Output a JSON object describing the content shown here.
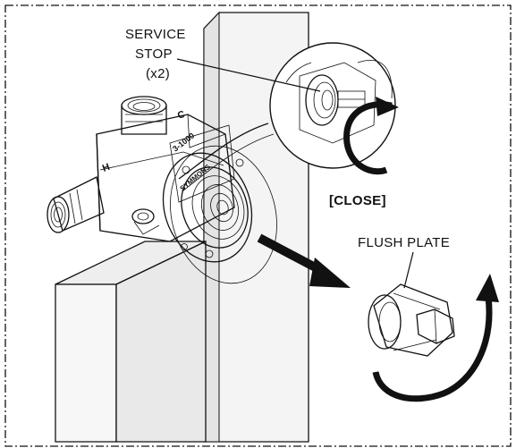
{
  "labels": {
    "service_stop_line1": "SERVICE",
    "service_stop_line2": "STOP",
    "service_stop_line3": "(x2)",
    "close": "[CLOSE]",
    "flush_plate": "FLUSH PLATE"
  },
  "valve_markings": {
    "hot": "H",
    "cold": "C",
    "model_text": "3-1000",
    "brand_text": "SYMMONS"
  },
  "icons": {
    "rotation_arrow_close": "clockwise-arrow-icon",
    "direction_arrow": "diagonal-arrow-icon",
    "rotation_arrow_install": "rotate-arrow-icon"
  },
  "colors": {
    "line": "#111111",
    "wall_fill": "#f2f2f2",
    "background": "#ffffff"
  }
}
